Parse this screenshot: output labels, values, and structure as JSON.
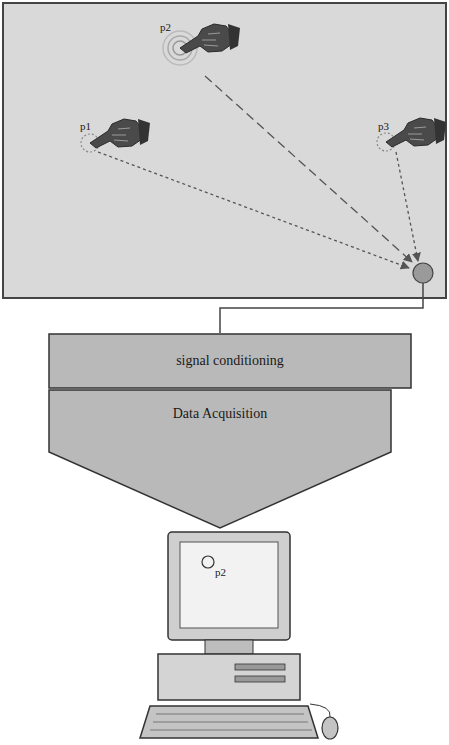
{
  "diagram": {
    "nodes": [
      {
        "text": [
          "signal conditioning"
        ]
      },
      {
        "text": [
          "Data Acquisition"
        ]
      }
    ],
    "labels": [
      "p1",
      "p2",
      "p3",
      "p2"
    ]
  }
}
